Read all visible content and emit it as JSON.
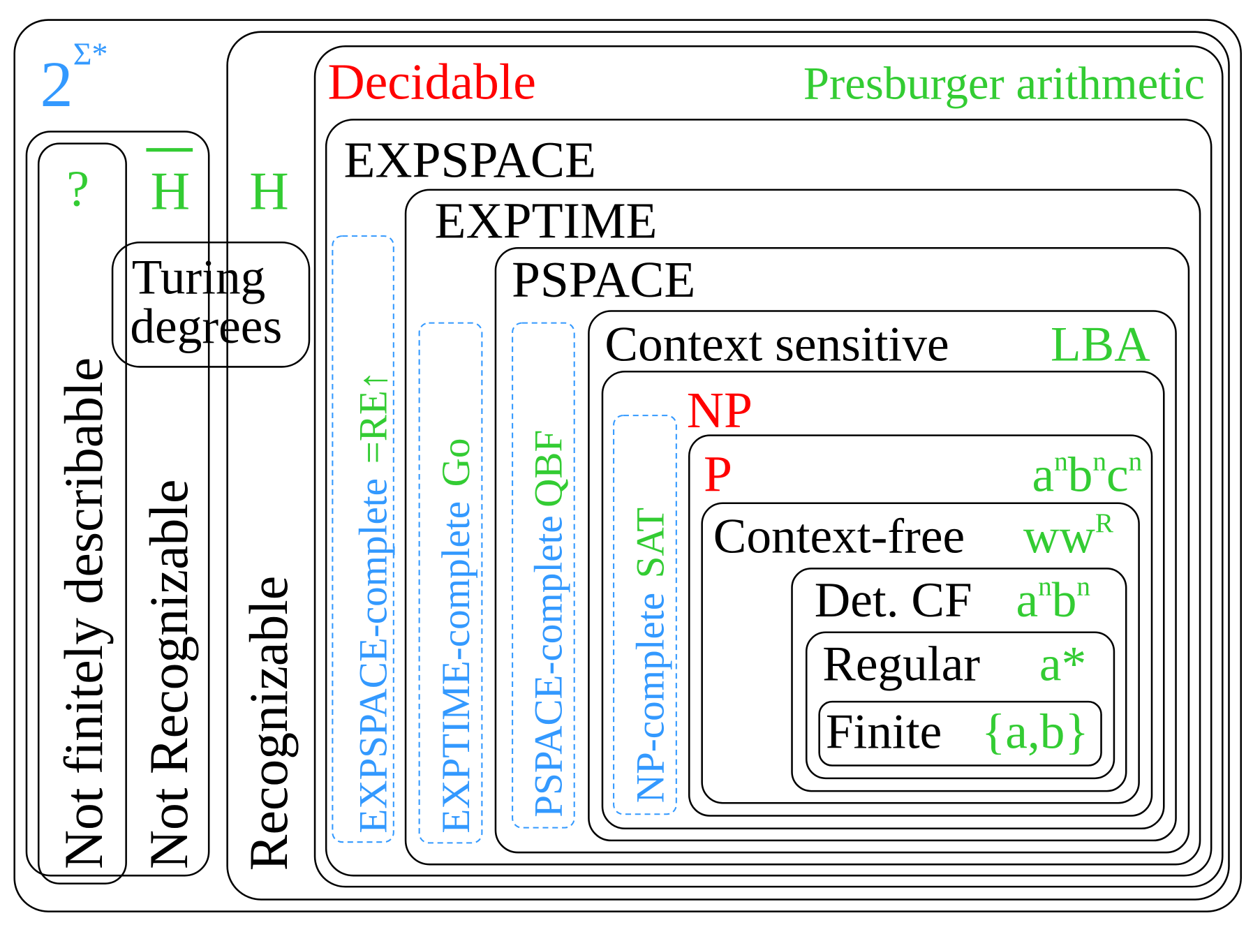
{
  "diagram": {
    "title": "Complexity and language class hierarchy",
    "colors": {
      "class_label": "#000000",
      "highlight_class": "#ff0000",
      "example": "#33cc33",
      "complete": "#3399ff",
      "border": "#000000"
    },
    "universe": {
      "base": "2",
      "exponent": "Σ*"
    },
    "regions": {
      "not_finitely_describable": {
        "label": "Not finitely describable",
        "example": "?"
      },
      "not_recognizable": {
        "label": "Not Recognizable",
        "example": "H"
      },
      "turing_degrees": {
        "label_line1": "Turing",
        "label_line2": "degrees"
      },
      "recognizable": {
        "label": "Recognizable",
        "example": "H"
      },
      "decidable": {
        "label": "Decidable",
        "example": "Presburger arithmetic"
      },
      "expspace": {
        "label": "EXPSPACE"
      },
      "exptime": {
        "label": "EXPTIME"
      },
      "pspace": {
        "label": "PSPACE"
      },
      "context_sensitive": {
        "label": "Context sensitive",
        "example": "LBA"
      },
      "np": {
        "label": "NP"
      },
      "p": {
        "label": "P",
        "example_base": [
          "a",
          "b",
          "c"
        ],
        "example_exp": "n"
      },
      "context_free": {
        "label": "Context-free",
        "example_base": "ww",
        "example_exp": "R"
      },
      "det_cf": {
        "label": "Det. CF",
        "example_base": [
          "a",
          "b"
        ],
        "example_exp": "n"
      },
      "regular": {
        "label": "Regular",
        "example": "a*"
      },
      "finite": {
        "label": "Finite",
        "example": "{a,b}"
      }
    },
    "complete_sets": [
      {
        "label": "EXPSPACE-complete",
        "example": "=RE↑"
      },
      {
        "label": "EXPTIME-complete",
        "example": "Go"
      },
      {
        "label": "PSPACE-complete",
        "example": "QBF"
      },
      {
        "label": "NP-complete",
        "example": "SAT"
      }
    ]
  }
}
